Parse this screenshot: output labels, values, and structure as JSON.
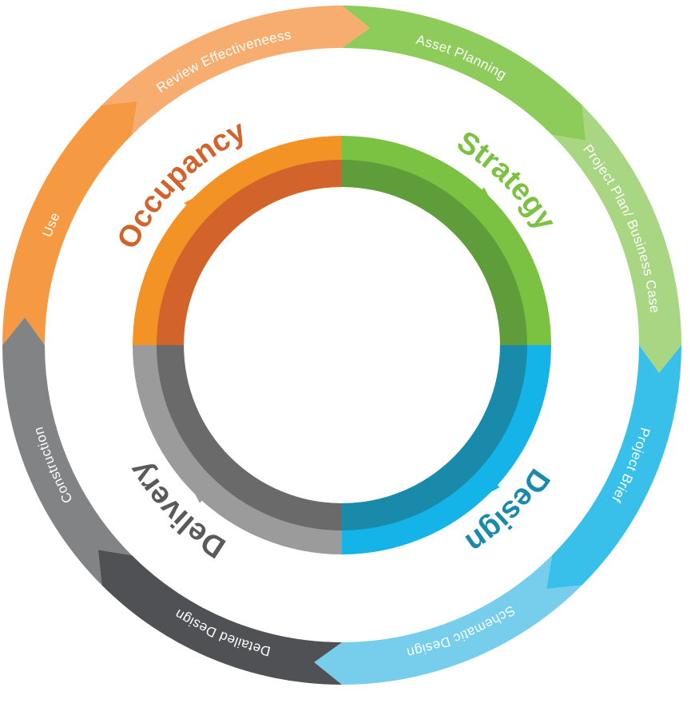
{
  "phases": [
    {
      "id": "strategy",
      "label": "Strategy",
      "outer_color": "#7cc242",
      "inner_color": "#5f9d3b",
      "text_color": "#7cc242"
    },
    {
      "id": "design",
      "label": "Design",
      "outer_color": "#14b4e8",
      "inner_color": "#1a8aab",
      "text_color": "#1a8aab"
    },
    {
      "id": "delivery",
      "label": "Delivery",
      "outer_color": "#9b9b9b",
      "inner_color": "#6a6a6a",
      "text_color": "#5a5a5a"
    },
    {
      "id": "occupancy",
      "label": "Occupancy",
      "outer_color": "#f39325",
      "inner_color": "#d2632a",
      "text_color": "#d2632a"
    }
  ],
  "steps": [
    {
      "id": "asset-planning",
      "label": "Asset Planning",
      "color": "#8dcb5b"
    },
    {
      "id": "project-plan",
      "label": "Project Plan/ Business Case",
      "color": "#a9d682"
    },
    {
      "id": "project-brief",
      "label": "Project Brief",
      "color": "#39c0ea"
    },
    {
      "id": "schematic-design",
      "label": "Schematic Design",
      "color": "#76cdec"
    },
    {
      "id": "detailed-design",
      "label": "Detailed Design",
      "color": "#505154"
    },
    {
      "id": "construction",
      "label": "Construction",
      "color": "#828384"
    },
    {
      "id": "use",
      "label": "Use",
      "color": "#f59a43"
    },
    {
      "id": "review-effectiveness",
      "label": "Review Effectiveneess",
      "color": "#f7ad70"
    }
  ]
}
